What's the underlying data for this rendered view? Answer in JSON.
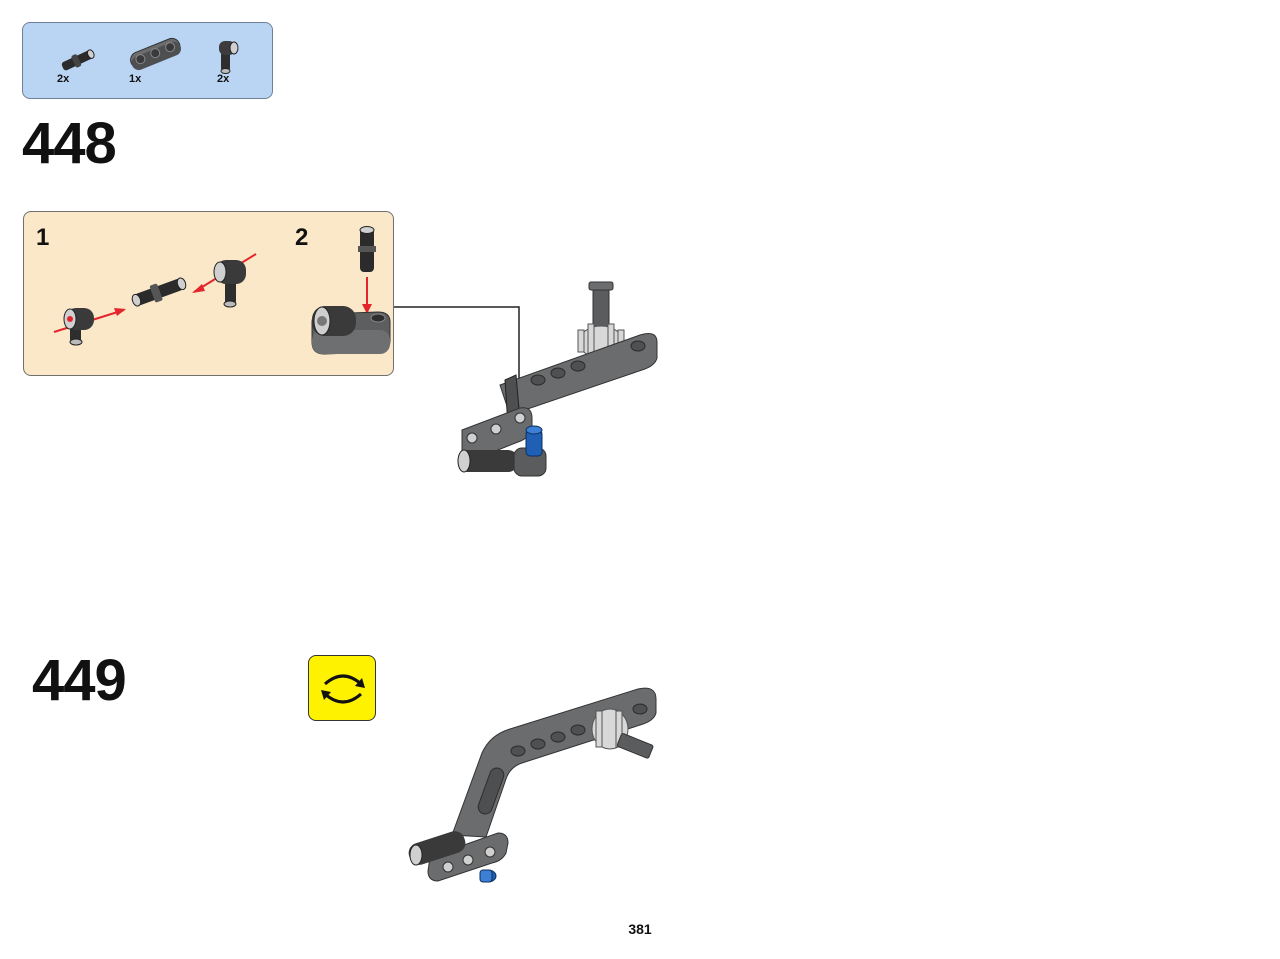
{
  "parts_list": {
    "items": [
      {
        "icon": "connector-pin-icon",
        "quantity": "2x"
      },
      {
        "icon": "beam-3-icon",
        "quantity": "1x"
      },
      {
        "icon": "angle-connector-icon",
        "quantity": "2x"
      }
    ]
  },
  "steps": [
    {
      "number": "448"
    },
    {
      "number": "449"
    }
  ],
  "sub_assembly": {
    "substeps": [
      {
        "label": "1"
      },
      {
        "label": "2"
      }
    ]
  },
  "rotate_indicator": {
    "icon": "rotate-model-icon"
  },
  "colors": {
    "parts_box": "#b9d5f3",
    "sub_box": "#fbe8c8",
    "rotate_box": "#fef200",
    "dark_gray": "#5c5e60",
    "blue_pin": "#1f5fb4",
    "arrow_red": "#e3262b"
  },
  "page_number": "381"
}
